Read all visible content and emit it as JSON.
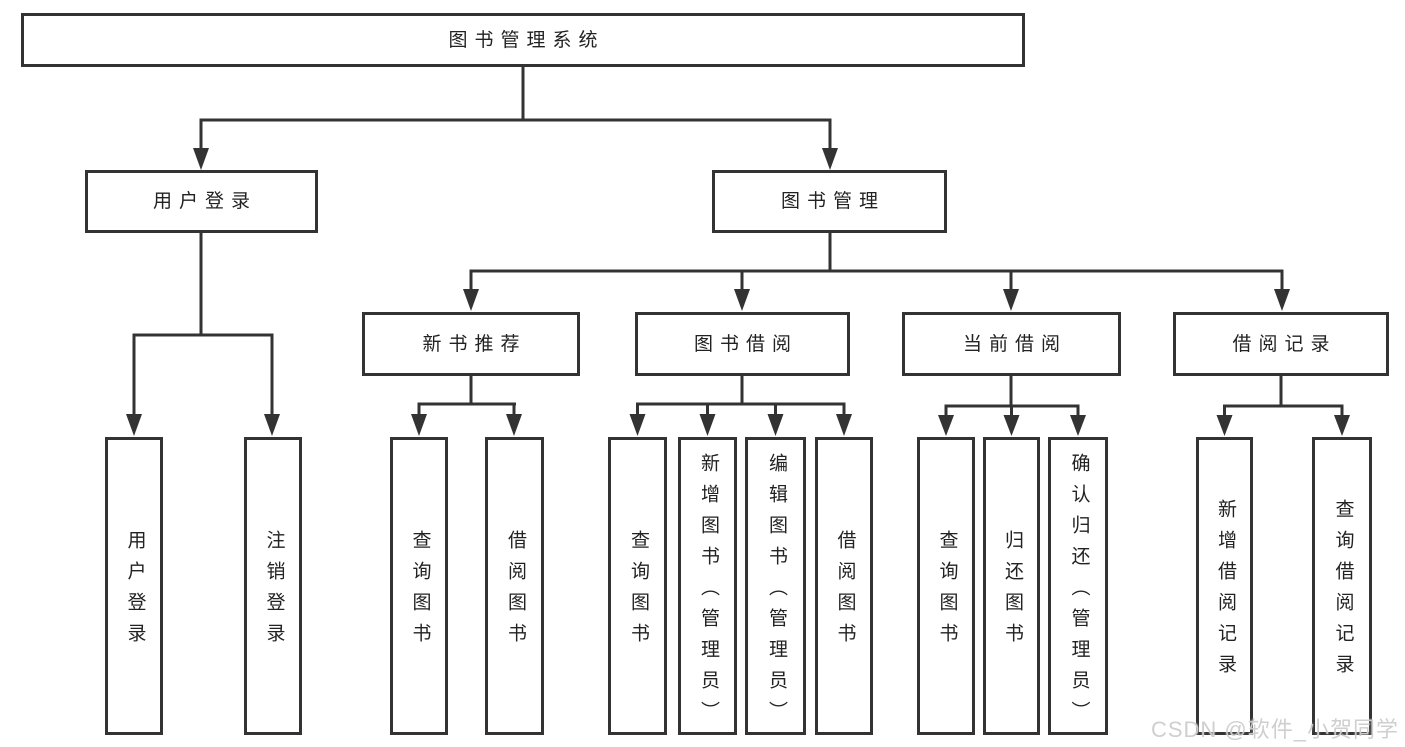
{
  "root": "图书管理系统",
  "level2": [
    "用户登录",
    "图书管理"
  ],
  "level3": [
    "新书推荐",
    "图书借阅",
    "当前借阅",
    "借阅记录"
  ],
  "leaves": {
    "user_login": [
      "用户登录",
      "注销登录"
    ],
    "new_book_recommend": [
      "查询图书",
      "借阅图书"
    ],
    "book_borrow": [
      "查询图书",
      "新增图书（管理员）",
      "编辑图书（管理员）",
      "借阅图书"
    ],
    "current_borrow": [
      "查询图书",
      "归还图书",
      "确认归还（管理员）"
    ],
    "borrow_records": [
      "新增借阅记录",
      "查询借阅记录"
    ]
  },
  "watermark": "CSDN @软件_小贺同学",
  "colors": {
    "line": "#333333",
    "text": "#222222",
    "box_background": "#ffffff",
    "watermark": "#cccccc",
    "page_background": "#ffffff"
  }
}
